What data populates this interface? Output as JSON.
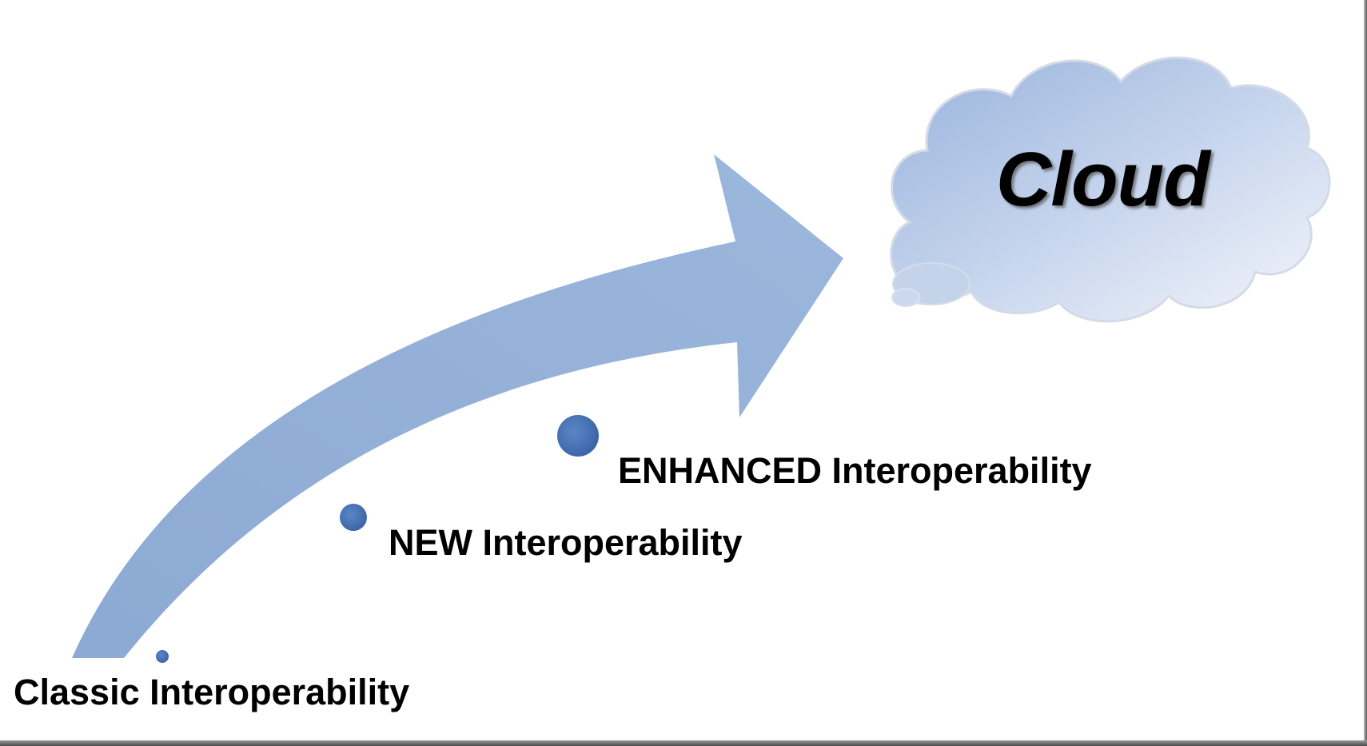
{
  "diagram": {
    "destination": {
      "label": "Cloud"
    },
    "stages": [
      {
        "label": "Classic Interoperability"
      },
      {
        "label": "NEW Interoperability"
      },
      {
        "label": "ENHANCED Interoperability"
      }
    ]
  },
  "colors": {
    "arrow": "#8facd4",
    "dot": "#4a74b8",
    "cloud_top": "#a9c0e2",
    "cloud_bottom": "#eef2f9",
    "text": "#000000"
  },
  "icons": {
    "arrow": "curved-arrow-icon",
    "cloud": "cloud-icon",
    "dot": "bullet-dot-icon"
  }
}
